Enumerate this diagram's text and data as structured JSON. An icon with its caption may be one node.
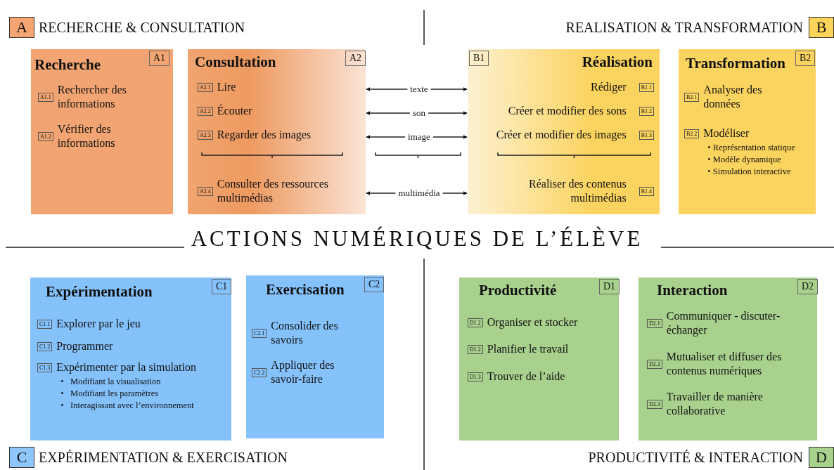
{
  "diagram": {
    "title": "ACTIONS NUMÉRIQUES DE L’ÉLÈVE",
    "nodes": [
      {
        "text": [
          "A"
        ],
        "beside": [
          "RECHERCHE & CONSULTATION"
        ]
      },
      {
        "text": [
          "B"
        ],
        "beside": [
          "REALISATION & TRANSFORMATION"
        ]
      },
      {
        "text": [
          "Recherche"
        ]
      },
      {
        "text": [
          "A1"
        ],
        "in": 2
      },
      {
        "text": [
          "A1.1"
        ],
        "in": 2,
        "beside": [
          "Rechercher des informations"
        ]
      },
      {
        "text": [
          "A1.2"
        ],
        "in": 2,
        "beside": [
          "Vérifier des informations"
        ]
      },
      {
        "text": [
          "Consultation"
        ]
      },
      {
        "text": [
          "A2"
        ],
        "in": 6
      },
      {
        "text": [
          "A2.1"
        ],
        "in": 6,
        "beside": [
          "Lire"
        ]
      },
      {
        "text": [
          "A2.2"
        ],
        "in": 6,
        "beside": [
          "Écouter"
        ]
      },
      {
        "text": [
          "A2.3"
        ],
        "in": 6,
        "beside": [
          "Regarder des images"
        ]
      },
      {
        "text": [
          "A2.4"
        ],
        "in": 6,
        "beside": [
          "Consulter des ressources multimédias"
        ]
      },
      {
        "text": [
          "texte"
        ]
      },
      {
        "text": [
          "son"
        ]
      },
      {
        "text": [
          "image"
        ]
      },
      {
        "text": [
          "multimédia"
        ]
      },
      {
        "text": [
          "Réalisation"
        ]
      },
      {
        "text": [
          "B1"
        ],
        "in": 16
      },
      {
        "text": [
          "B1.1"
        ],
        "in": 16,
        "beside": [
          "Rédiger"
        ]
      },
      {
        "text": [
          "B1.2"
        ],
        "in": 16,
        "beside": [
          "Créer et modifier des sons"
        ]
      },
      {
        "text": [
          "B1.3"
        ],
        "in": 16,
        "beside": [
          "Créer et modifier des images"
        ]
      },
      {
        "text": [
          "B1.4"
        ],
        "in": 16,
        "beside": [
          "Réaliser des contenus multimédias"
        ]
      },
      {
        "text": [
          "Transformation"
        ]
      },
      {
        "text": [
          "B2"
        ],
        "in": 22
      },
      {
        "text": [
          "B2.1"
        ],
        "in": 22,
        "beside": [
          "Analyser des données"
        ]
      },
      {
        "text": [
          "B2.2"
        ],
        "in": 22,
        "beside": [
          "Modéliser",
          "• Représentation statique",
          "• Modèle dynamique",
          "• Simulation interactive"
        ]
      },
      {
        "text": [
          "Expérimentation"
        ]
      },
      {
        "text": [
          "C1"
        ],
        "in": 26
      },
      {
        "text": [
          "C1.1"
        ],
        "in": 26,
        "beside": [
          "Explorer par le jeu"
        ]
      },
      {
        "text": [
          "C1.2"
        ],
        "in": 26,
        "beside": [
          "Programmer"
        ]
      },
      {
        "text": [
          "C1.3"
        ],
        "in": 26,
        "beside": [
          "Expérimenter par la simulation",
          "•   Modifiant la visualisation",
          "•   Modifiant les paramètres",
          "•   Interagissant avec l’environnement"
        ]
      },
      {
        "text": [
          "Exercisation"
        ]
      },
      {
        "text": [
          "C2"
        ],
        "in": 31
      },
      {
        "text": [
          "C2.1"
        ],
        "in": 31,
        "beside": [
          "Consolider des savoirs"
        ]
      },
      {
        "text": [
          "C2.2"
        ],
        "in": 31,
        "beside": [
          "Appliquer des savoir-faire"
        ]
      },
      {
        "text": [
          "Productivité"
        ]
      },
      {
        "text": [
          "D1"
        ],
        "in": 35
      },
      {
        "text": [
          "D1.2"
        ],
        "in": 35,
        "beside": [
          "Organiser et stocker"
        ]
      },
      {
        "text": [
          "D1.2"
        ],
        "in": 35,
        "beside": [
          "Planifier le travail"
        ]
      },
      {
        "text": [
          "D1.3"
        ],
        "in": 35,
        "beside": [
          "Trouver de l’aide"
        ]
      },
      {
        "text": [
          "Interaction"
        ]
      },
      {
        "text": [
          "D2"
        ],
        "in": 40
      },
      {
        "text": [
          "D2.1"
        ],
        "in": 40,
        "beside": [
          "Communiquer - discuter-échanger"
        ]
      },
      {
        "text": [
          "D2.2"
        ],
        "in": 40,
        "beside": [
          "Mutualiser et diffuser des contenus numériques"
        ]
      },
      {
        "text": [
          "D2.3"
        ],
        "in": 40,
        "beside": [
          "Travailler de manière collaborative"
        ]
      },
      {
        "text": [
          "C"
        ],
        "beside": [
          "EXPÉRIMENTATION & EXERCISATION"
        ]
      },
      {
        "text": [
          "D"
        ],
        "beside": [
          "PRODUCTIVITÉ & INTERACTION"
        ]
      }
    ],
    "edges": [
      {
        "from": 12,
        "to": 6,
        "arrow": "to"
      },
      {
        "from": 12,
        "to": 16,
        "arrow": "to"
      },
      {
        "from": 13,
        "to": 6,
        "arrow": "to"
      },
      {
        "from": 13,
        "to": 16,
        "arrow": "to"
      },
      {
        "from": 14,
        "to": 6,
        "arrow": "to"
      },
      {
        "from": 14,
        "to": 16,
        "arrow": "to"
      },
      {
        "from": 15,
        "to": 6,
        "arrow": "to"
      },
      {
        "from": 15,
        "to": 16,
        "arrow": "to"
      }
    ]
  }
}
